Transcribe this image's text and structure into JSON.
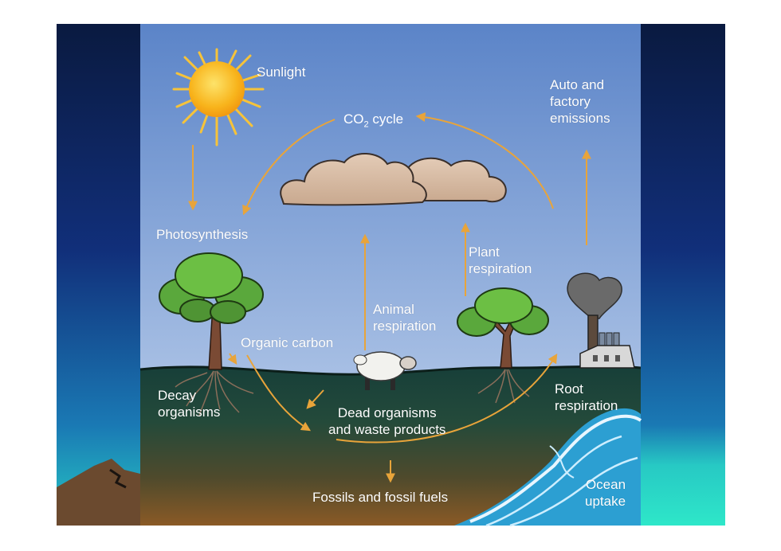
{
  "labels": {
    "sunlight": "Sunlight",
    "co2_prefix": "CO",
    "co2_sub": "2",
    "co2_suffix": " cycle",
    "auto_emissions": "Auto and\nfactory\nemissions",
    "photosynthesis": "Photosynthesis",
    "plant_respiration": "Plant\nrespiration",
    "animal_respiration": "Animal\nrespiration",
    "organic_carbon": "Organic carbon",
    "decay_organisms": "Decay\norganisms",
    "dead_organisms": "Dead organisms\nand waste products",
    "root_respiration": "Root\nrespiration",
    "fossils": "Fossils and fossil fuels",
    "ocean_uptake": "Ocean\nuptake"
  },
  "colors": {
    "sky_top": "#5f86c9",
    "sky_bottom": "#9fb8e0",
    "soil_top": "#1f4a3e",
    "soil_bottom": "#7a5228",
    "arrow": "#e8a43a",
    "sun": "#f7b21a",
    "ocean": "#2a9fd0",
    "side_panel_top": "#0b1c45",
    "side_panel_bottom": "#2bd3c8"
  }
}
